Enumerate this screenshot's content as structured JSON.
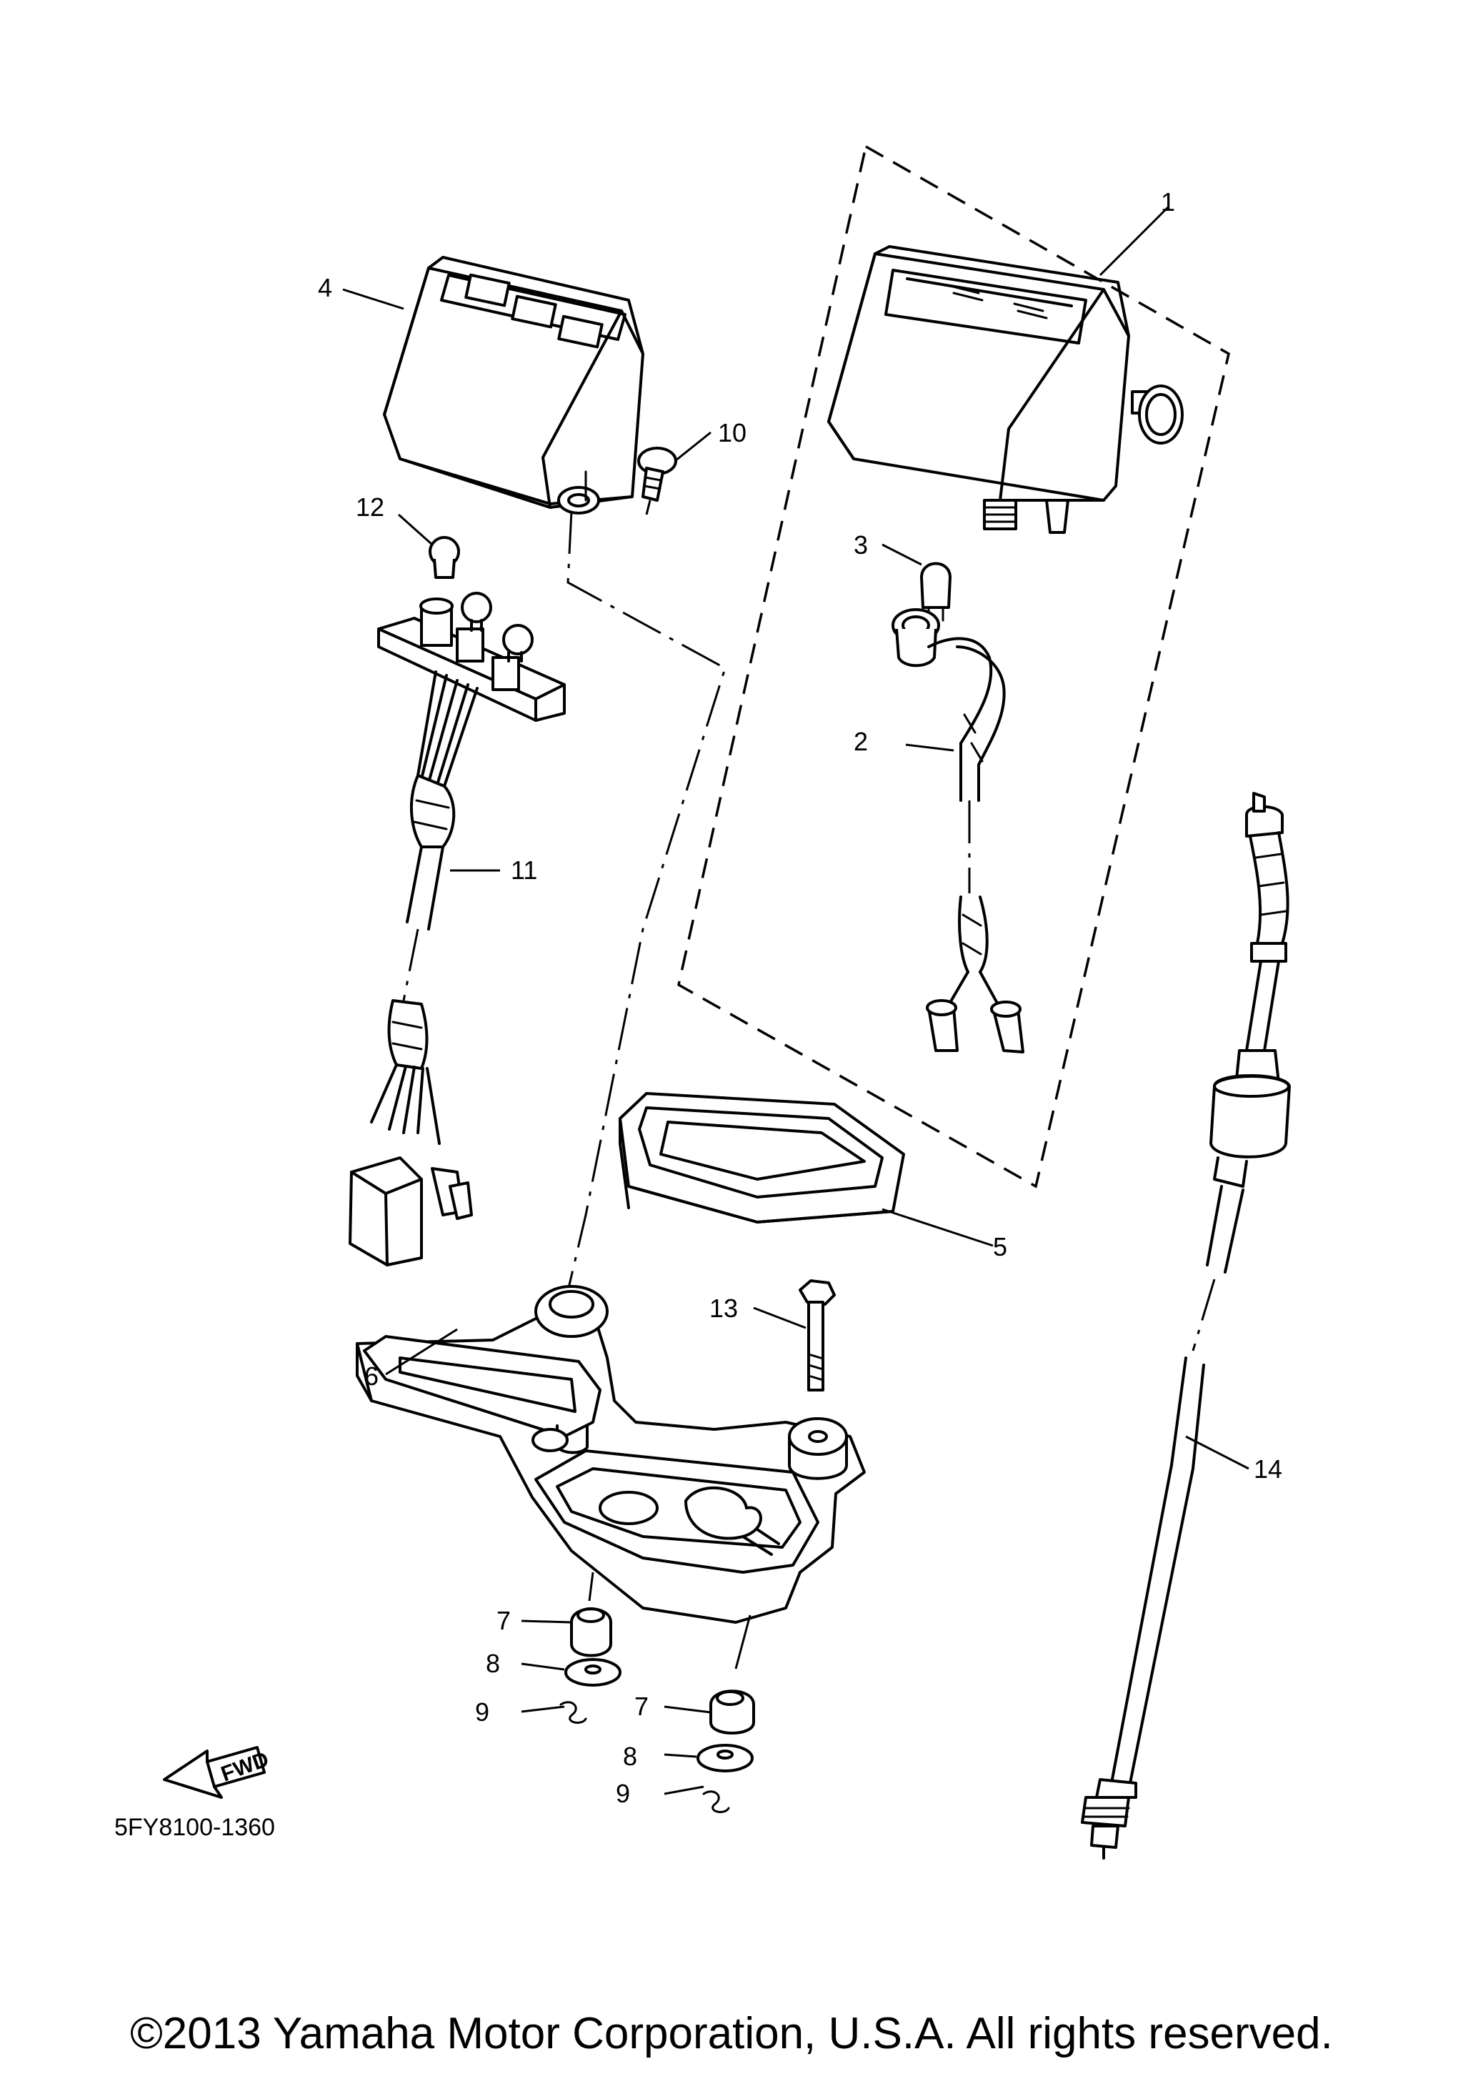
{
  "callouts": [
    {
      "id": "c1",
      "text": "1"
    },
    {
      "id": "c2",
      "text": "2"
    },
    {
      "id": "c3",
      "text": "3"
    },
    {
      "id": "c4",
      "text": "4"
    },
    {
      "id": "c5",
      "text": "5"
    },
    {
      "id": "c6",
      "text": "6"
    },
    {
      "id": "c7a",
      "text": "7"
    },
    {
      "id": "c7b",
      "text": "7"
    },
    {
      "id": "c8a",
      "text": "8"
    },
    {
      "id": "c8b",
      "text": "8"
    },
    {
      "id": "c9a",
      "text": "9"
    },
    {
      "id": "c9b",
      "text": "9"
    },
    {
      "id": "c10",
      "text": "10"
    },
    {
      "id": "c11",
      "text": "11"
    },
    {
      "id": "c12",
      "text": "12"
    },
    {
      "id": "c13",
      "text": "13"
    },
    {
      "id": "c14",
      "text": "14"
    }
  ],
  "fwd_label": "FWD",
  "diagram_code": "5FY8100-1360",
  "copyright": "©2013 Yamaha Motor Corporation, U.S.A. All rights reserved."
}
